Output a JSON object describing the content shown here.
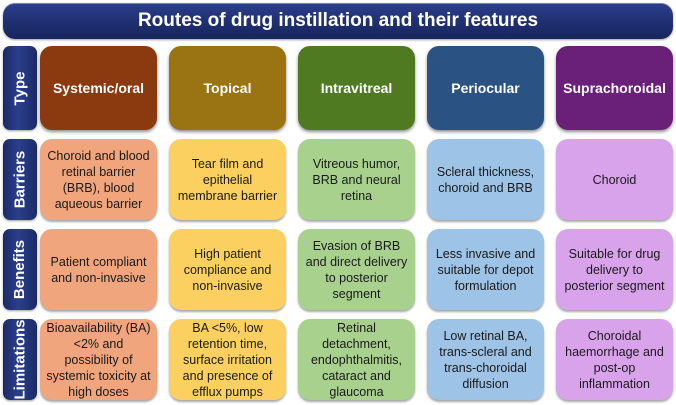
{
  "title": "Routes of drug instillation and their features",
  "row_labels": [
    "Type",
    "Barriers",
    "Benefits",
    "Limitations"
  ],
  "columns": [
    {
      "type": "Systemic/oral",
      "barriers": "Choroid and blood retinal barrier (BRB), blood aqueous barrier",
      "benefits": "Patient compliant and non-invasive",
      "limitations": "Bioavailability (BA) <2% and possibility of systemic toxicity at high doses",
      "header_color": "#8b3a10",
      "cell_color": "#f0a57c"
    },
    {
      "type": "Topical",
      "barriers": "Tear film and epithelial membrane barrier",
      "benefits": "High patient compliance and non-invasive",
      "limitations": "BA <5%, low retention time, surface irritation and presence of efflux pumps",
      "header_color": "#9a7412",
      "cell_color": "#fbd060"
    },
    {
      "type": "Intravitreal",
      "barriers": "Vitreous humor, BRB and neural retina",
      "benefits": "Evasion of BRB and direct delivery to posterior segment",
      "limitations": "Retinal detachment, endophthalmitis, cataract and glaucoma",
      "header_color": "#4f7a22",
      "cell_color": "#a9d18e"
    },
    {
      "type": "Periocular",
      "barriers": "Scleral thickness, choroid and BRB",
      "benefits": "Less invasive and suitable for depot formulation",
      "limitations": "Low retinal BA, trans-scleral and trans-choroidal diffusion",
      "header_color": "#2a5282",
      "cell_color": "#9dc3e6"
    },
    {
      "type": "Suprachoroidal",
      "barriers": "Choroid",
      "benefits": "Suitable for drug delivery to posterior segment",
      "limitations": "Choroidal haemorrhage and post-op inflammation",
      "header_color": "#6a1f78",
      "cell_color": "#d9a3ec"
    }
  ]
}
